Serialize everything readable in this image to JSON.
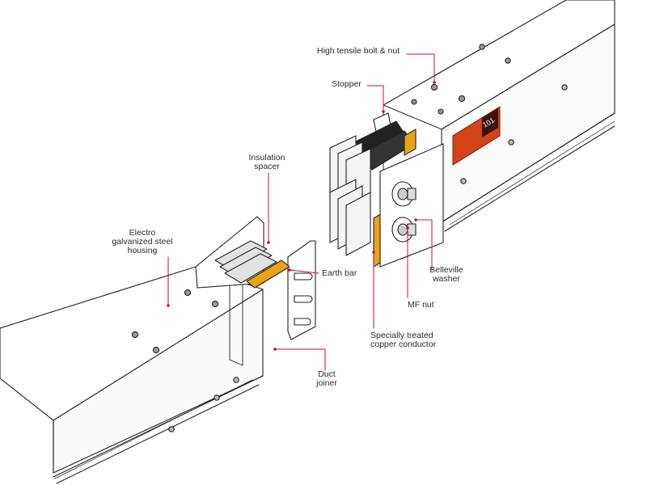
{
  "labels": {
    "high_tensile_bolt": "High tensile bolt & nut",
    "stopper": "Stopper",
    "insulation_spacer_line1": "Insulation",
    "insulation_spacer_line2": "spacer",
    "housing_line1": "Electro",
    "housing_line2": "galvanized steel",
    "housing_line3": "housing",
    "earth_bar": "Earth bar",
    "belleville_line1": "Belleville",
    "belleville_line2": "washer",
    "mf_nut": "MF nut",
    "conductor_line1": "Specially treated",
    "conductor_line2": "copper conductor",
    "duct_joiner_line1": "Duct",
    "duct_joiner_line2": "joiner"
  },
  "nameplate": {
    "number": "101"
  },
  "colors": {
    "outline": "#222222",
    "leader": "#c8102e",
    "earth_bar": "#e8a317",
    "nameplate": "#d2431a",
    "insulation": "#cfcfcf"
  }
}
